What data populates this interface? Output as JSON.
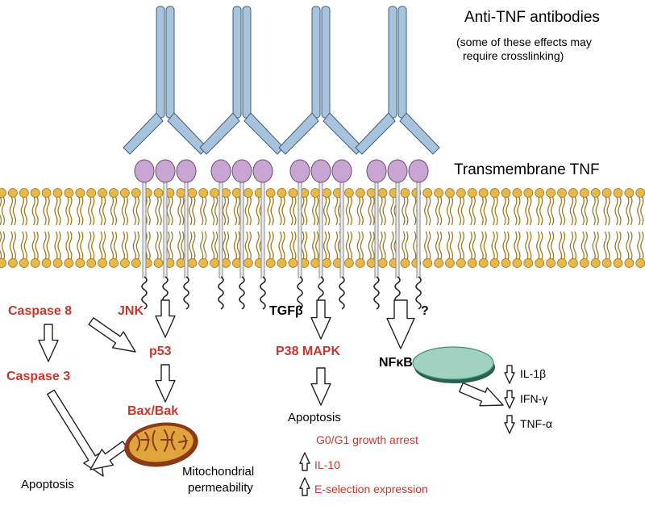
{
  "colors": {
    "antibody": "#a8c4dc",
    "antibody_stroke": "#3f5f7c",
    "tnf": "#c9a5d3",
    "tnf_stroke": "#6a4f70",
    "lipid_head": "#e8b84a",
    "lipid_stroke": "#9c7a20",
    "nfkb": "#9fd2c1",
    "mito_fill": "#e0a43c",
    "mito_edge": "#8b3a17",
    "red_text": "#c8372d"
  },
  "labels": {
    "antibodies_title": "Anti-TNF antibodies",
    "antibodies_note_1": "(some of these effects may",
    "antibodies_note_2": "require crosslinking)",
    "transmembrane": "Transmembrane TNF",
    "caspase8": "Caspase 8",
    "caspase3": "Caspase 3",
    "jnk": "JNK",
    "p53": "p53",
    "baxbak": "Bax/Bak",
    "mito_1": "Mitochondrial",
    "mito_2": "permeability",
    "apoptosis_left": "Apoptosis",
    "tgfb": "TGFβ",
    "p38": "P38 MAPK",
    "apoptosis_mid": "Apoptosis",
    "g0g1": "G0/G1 growth arrest",
    "il10": "IL-10",
    "eselection": "E-selection expression",
    "question": "?",
    "nfkb": "NFκB",
    "il1b": "IL-1β",
    "ifng": "IFN-γ",
    "tnfa": "TNF-α"
  }
}
